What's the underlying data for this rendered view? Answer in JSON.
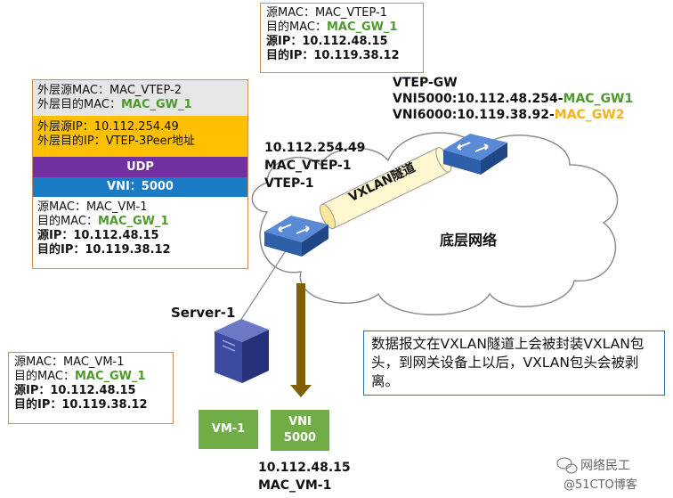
{
  "top_box": {
    "lines": [
      {
        "label": "源MAC：",
        "value": "MAC_VTEP-1",
        "style": "plain"
      },
      {
        "label": "目的MAC：",
        "value": "MAC_GW_1",
        "style": "green"
      },
      {
        "label": "源IP：",
        "value": "10.112.48.15",
        "style": "bold"
      },
      {
        "label": "目的IP：",
        "value": "10.119.38.12",
        "style": "bold"
      }
    ]
  },
  "packet": {
    "outer_mac": {
      "src_label": "外层源MAC：",
      "src_value": "MAC_VTEP-2",
      "dst_label": "外层目的MAC：",
      "dst_value": "MAC_GW_1"
    },
    "outer_ip": {
      "src_label": "外层源IP：",
      "src_value": "10.112.254.49",
      "dst_label": "外层目的IP：",
      "dst_value": "VTEP-3Peer地址"
    },
    "udp": "UDP",
    "vni": "VNI：5000",
    "inner": {
      "src_mac_label": "源MAC：",
      "src_mac": "MAC_VM-1",
      "dst_mac_label": "目的MAC：",
      "dst_mac": "MAC_GW_1",
      "src_ip_label": "源IP：",
      "src_ip": "10.112.48.15",
      "dst_ip_label": "目的IP：",
      "dst_ip": "10.119.38.12"
    }
  },
  "vtep_gw": {
    "title": "VTEP-GW",
    "line1_prefix": "VNI5000:10.112.48.254-",
    "line1_mac": "MAC_GW1",
    "line2_prefix": "VNI6000:10.119.38.92-",
    "line2_mac": "MAC_GW2"
  },
  "vtep1": {
    "ip": "10.112.254.49",
    "mac": "MAC_VTEP-1",
    "name": "VTEP-1"
  },
  "tunnel_label": "VXLAN隧道",
  "underlay_label": "底层网络",
  "server_label": "Server-1",
  "note_text": "数据报文在VXLAN隧道上会被封装VXLAN包头，到网关设备上以后，VXLAN包头会被剥离。",
  "bottom_box": {
    "lines": [
      {
        "label": "源MAC：",
        "value": "MAC_VM-1",
        "style": "plain"
      },
      {
        "label": "目的MAC：",
        "value": "MAC_GW_1",
        "style": "green"
      },
      {
        "label": "源IP：",
        "value": "10.112.48.15",
        "style": "bold"
      },
      {
        "label": "目的IP：",
        "value": "10.119.38.12",
        "style": "bold"
      }
    ]
  },
  "vm1_label": "VM-1",
  "vni_label_1": "VNI",
  "vni_label_2": "5000",
  "vm_ip": "10.112.48.15",
  "vm_mac": "MAC_VM-1",
  "watermark": {
    "line1": "网络民工",
    "line2": "@51CTO博客"
  },
  "colors": {
    "green": "#4f9a2e",
    "yellow": "#f2b21a",
    "purple": "#7030a0",
    "blue": "#1a7bc4",
    "orange": "#ffc000",
    "gray": "#e6e6e6",
    "vm_green": "#70ad47",
    "switch_blue": "#2e5fa8",
    "note_border": "#2f75b6"
  }
}
